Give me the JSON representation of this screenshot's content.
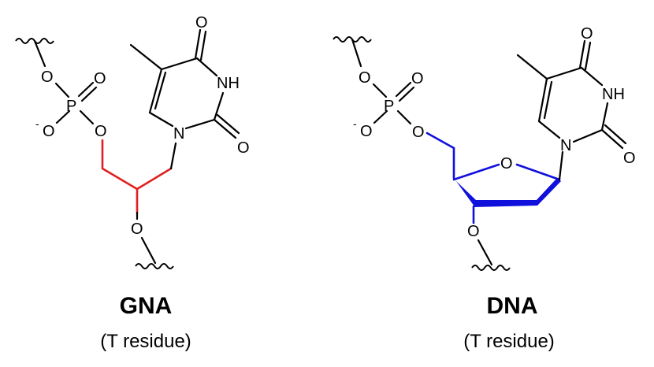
{
  "structures": [
    {
      "name": "GNA",
      "subtitle": "(T residue)",
      "backbone_color": "#e02020",
      "atoms": {
        "O_top": "O",
        "P": "P",
        "O_eq": "O",
        "O_minus": "O",
        "minus": "-",
        "O_ester": "O",
        "O_bottom": "O",
        "N1": "N",
        "NH": "NH",
        "O_c4": "O",
        "O_c2": "O"
      }
    },
    {
      "name": "DNA",
      "subtitle": "(T residue)",
      "backbone_color": "#1010dd",
      "atoms": {
        "O_top": "O",
        "P": "P",
        "O_eq": "O",
        "O_minus": "O",
        "minus": "-",
        "O_ester": "O",
        "O_ring": "O",
        "O_bottom": "O",
        "N1": "N",
        "NH": "NH",
        "O_c4": "O",
        "O_c2": "O"
      }
    }
  ]
}
